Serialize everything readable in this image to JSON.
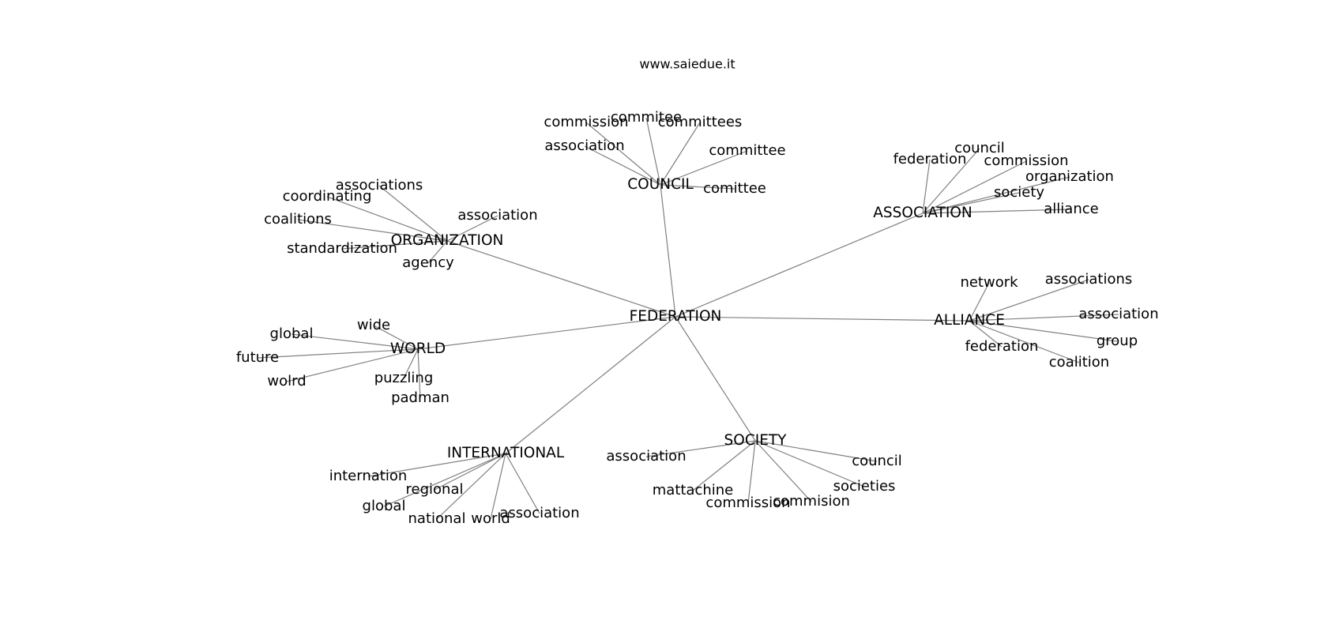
{
  "credit": "www.saiedue.it",
  "center": {
    "id": "federation",
    "label": "FEDERATION"
  },
  "hubs": [
    {
      "id": "council",
      "label": "COUNCIL",
      "leaves": [
        {
          "id": "commission",
          "label": "commission"
        },
        {
          "id": "commitee",
          "label": "commitee"
        },
        {
          "id": "committees",
          "label": "committees"
        },
        {
          "id": "association",
          "label": "association"
        },
        {
          "id": "committee",
          "label": "committee"
        },
        {
          "id": "comittee",
          "label": "comittee"
        }
      ]
    },
    {
      "id": "association",
      "label": "ASSOCIATION",
      "leaves": [
        {
          "id": "federation",
          "label": "federation"
        },
        {
          "id": "council",
          "label": "council"
        },
        {
          "id": "commission",
          "label": "commission"
        },
        {
          "id": "organization",
          "label": "organization"
        },
        {
          "id": "society",
          "label": "society"
        },
        {
          "id": "alliance",
          "label": "alliance"
        }
      ]
    },
    {
      "id": "organization",
      "label": "ORGANIZATION",
      "leaves": [
        {
          "id": "associations",
          "label": "associations"
        },
        {
          "id": "coordinating",
          "label": "coordinating"
        },
        {
          "id": "coalitions",
          "label": "coalitions"
        },
        {
          "id": "association",
          "label": "association"
        },
        {
          "id": "standardization",
          "label": "standardization"
        },
        {
          "id": "agency",
          "label": "agency"
        }
      ]
    },
    {
      "id": "alliance",
      "label": "ALLIANCE",
      "leaves": [
        {
          "id": "network",
          "label": "network"
        },
        {
          "id": "associations",
          "label": "associations"
        },
        {
          "id": "association",
          "label": "association"
        },
        {
          "id": "group",
          "label": "group"
        },
        {
          "id": "federation",
          "label": "federation"
        },
        {
          "id": "coalition",
          "label": "coalition"
        }
      ]
    },
    {
      "id": "world",
      "label": "WORLD",
      "leaves": [
        {
          "id": "wide",
          "label": "wide"
        },
        {
          "id": "global",
          "label": "global"
        },
        {
          "id": "future",
          "label": "future"
        },
        {
          "id": "wolrd",
          "label": "wolrd"
        },
        {
          "id": "puzzling",
          "label": "puzzling"
        },
        {
          "id": "padman",
          "label": "padman"
        }
      ]
    },
    {
      "id": "international",
      "label": "INTERNATIONAL",
      "leaves": [
        {
          "id": "internation",
          "label": "internation"
        },
        {
          "id": "regional",
          "label": "regional"
        },
        {
          "id": "global",
          "label": "global"
        },
        {
          "id": "national",
          "label": "national"
        },
        {
          "id": "world",
          "label": "world"
        },
        {
          "id": "association",
          "label": "association"
        }
      ]
    },
    {
      "id": "society",
      "label": "SOCIETY",
      "leaves": [
        {
          "id": "association",
          "label": "association"
        },
        {
          "id": "council",
          "label": "council"
        },
        {
          "id": "mattachine",
          "label": "mattachine"
        },
        {
          "id": "societies",
          "label": "societies"
        },
        {
          "id": "commission",
          "label": "commission"
        },
        {
          "id": "commision",
          "label": "commision"
        }
      ]
    }
  ]
}
